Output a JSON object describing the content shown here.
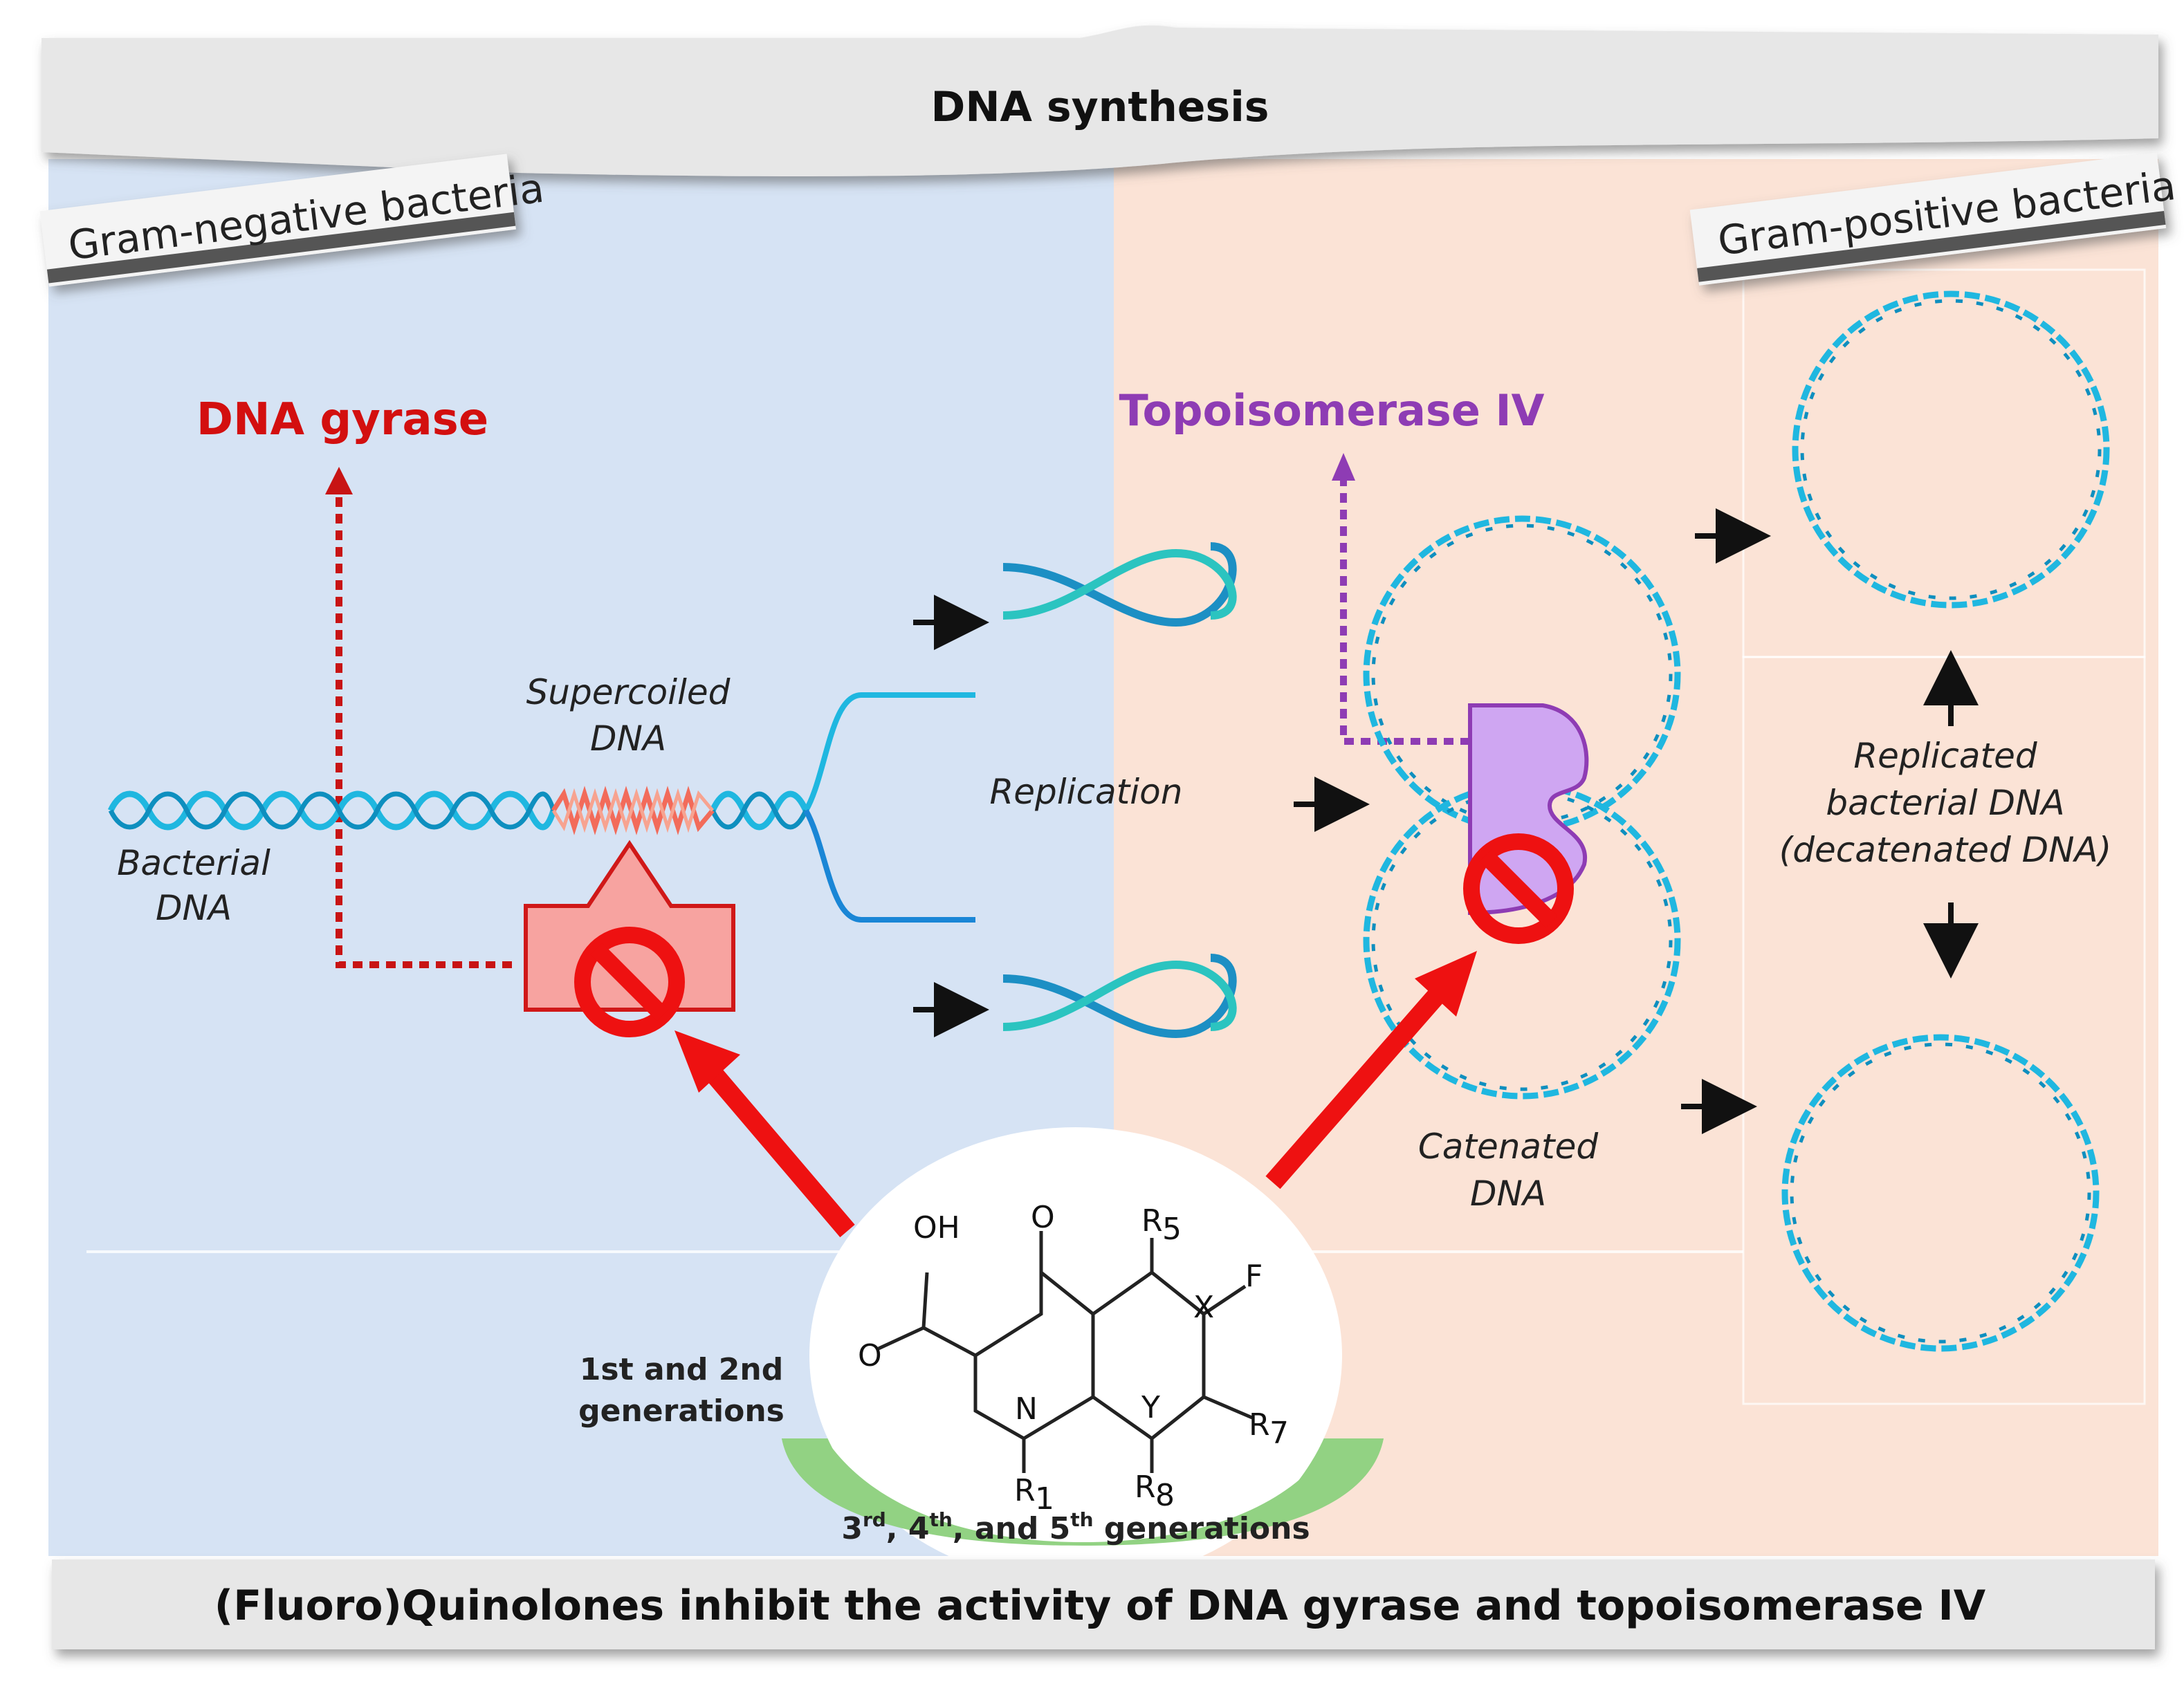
{
  "header": {
    "title": "DNA synthesis"
  },
  "tags": {
    "gram_negative": "Gram-negative bacteria",
    "gram_positive": "Gram-positive bacteria"
  },
  "enzymes": {
    "gyrase": "DNA gyrase",
    "topo": "Topoisomerase IV"
  },
  "labels": {
    "bacterial_dna": [
      "Bacterial",
      "DNA"
    ],
    "supercoiled_dna": [
      "Supercoiled",
      "DNA"
    ],
    "replication": "Replication",
    "catenated_dna": [
      "Catenated",
      "DNA"
    ],
    "replicated_dna": [
      "Replicated",
      "bacterial DNA",
      "(decatenated DNA)"
    ]
  },
  "generations": {
    "early": [
      "1st and 2nd",
      "generations"
    ],
    "late_parts": [
      "3",
      "rd",
      ", 4",
      "th",
      ", and 5",
      "th",
      " generations"
    ]
  },
  "structure_labels": {
    "oh": "OH",
    "o_top": "O",
    "o_left": "O",
    "r5": "R",
    "r5_sub": "5",
    "f": "F",
    "x": "X",
    "r7": "R",
    "r7_sub": "7",
    "y": "Y",
    "n": "N",
    "r1": "R",
    "r1_sub": "1",
    "r8": "R",
    "r8_sub": "8"
  },
  "footer": {
    "caption": "(Fluoro)Quinolones inhibit the activity of DNA gyrase and topoisomerase IV"
  },
  "colors": {
    "left_panel": "#d6e3f4",
    "right_panel": "#fbe3d6",
    "banner": "#e7e7e7",
    "dna": "#1fb7e0",
    "supercoil": "#f26b5a",
    "gyrase_fill": "#f7a3a0",
    "inhibit_red": "#ee1111",
    "topo_fill": "#cfa6f2",
    "topo_line": "#8e3cb4",
    "green_arc": "#92d283"
  }
}
